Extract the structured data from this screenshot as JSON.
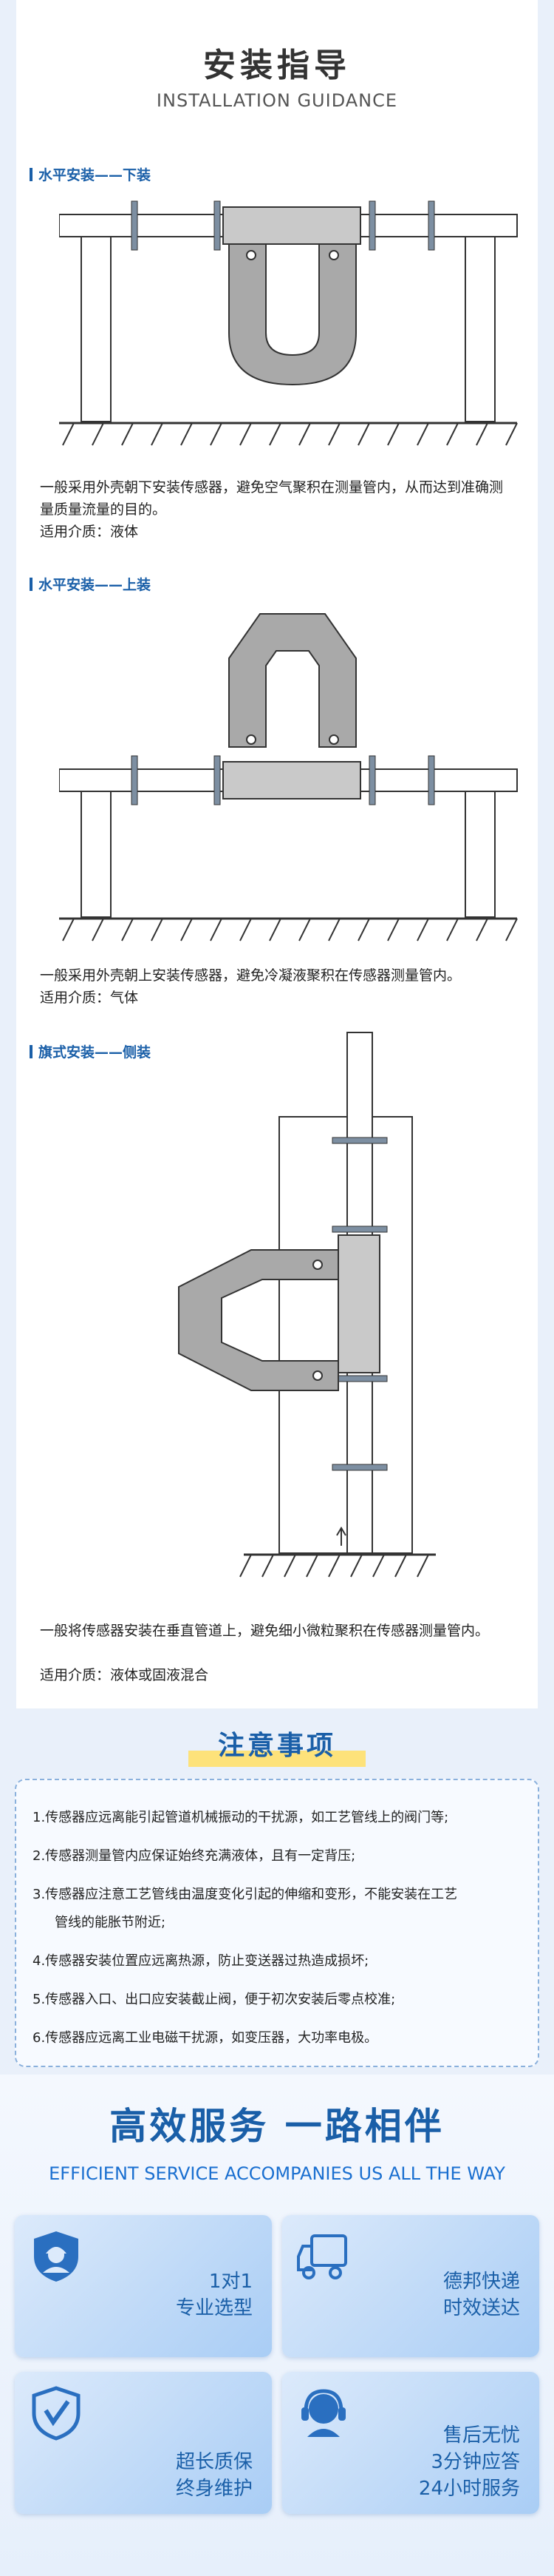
{
  "header": {
    "title": "安装指导",
    "subtitle": "INSTALLATION GUIDANCE"
  },
  "sections": [
    {
      "label": "水平安装——下装",
      "desc": "一般采用外壳朝下安装传感器，避免空气聚积在测量管内，从而达到准确测量质量流量的目的。",
      "medium": "适用介质：液体"
    },
    {
      "label": "水平安装——上装",
      "desc": "一般采用外壳朝上安装传感器，避免冷凝液聚积在传感器测量管内。",
      "medium": "适用介质：气体"
    },
    {
      "label": "旗式安装——侧装",
      "desc": "一般将传感器安装在垂直管道上，避免细小微粒聚积在传感器测量管内。",
      "medium": "适用介质：液体或固液混合"
    }
  ],
  "notes": {
    "title": "注意事项",
    "items": [
      "1.传感器应远离能引起管道机械振动的干扰源，如工艺管线上的阀门等;",
      "2.传感器测量管内应保证始终充满液体，且有一定背压;",
      "3.传感器应注意工艺管线由温度变化引起的伸缩和变形，不能安装在工艺",
      "管线的能胀节附近;",
      "4.传感器安装位置应远离热源，防止变送器过热造成损坏;",
      "5.传感器入口、出口应安装截止阀，便于初次安装后零点校准;",
      "6.传感器应远离工业电磁干扰源，如变压器，大功率电极。"
    ]
  },
  "services": {
    "title": "高效服务 一路相伴",
    "subtitle": "EFFICIENT SERVICE ACCOMPANIES US ALL THE WAY",
    "cards": [
      {
        "icon": "engineer-icon",
        "lines": [
          "1对1",
          "专业选型"
        ]
      },
      {
        "icon": "truck-icon",
        "lines": [
          "德邦快递",
          "时效送达"
        ]
      },
      {
        "icon": "shield-check-icon",
        "lines": [
          "超长质保",
          "终身维护"
        ]
      },
      {
        "icon": "headset-icon",
        "lines": [
          "售后无忧",
          "3分钟应答",
          "24小时服务"
        ]
      }
    ]
  },
  "colors": {
    "accent": "#1a5fa8",
    "highlight": "#fde27a",
    "meter": "#a4a4a4"
  }
}
